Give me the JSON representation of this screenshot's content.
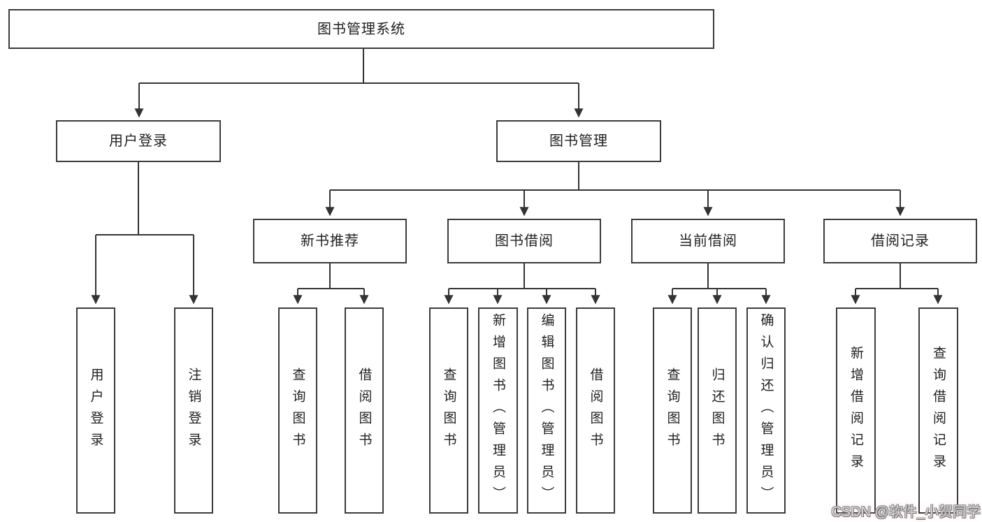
{
  "diagram": {
    "root": {
      "label": "图书管理系统"
    },
    "branches": [
      {
        "label": "用户登录",
        "children": [
          {
            "label": "用户登录"
          },
          {
            "label": "注销登录"
          }
        ]
      },
      {
        "label": "图书管理",
        "children": [
          {
            "label": "新书推荐",
            "children": [
              {
                "label": "查询图书"
              },
              {
                "label": "借阅图书"
              }
            ]
          },
          {
            "label": "图书借阅",
            "children": [
              {
                "label": "查询图书"
              },
              {
                "label": "新增图书（管理员）"
              },
              {
                "label": "编辑图书（管理员）"
              },
              {
                "label": "借阅图书"
              }
            ]
          },
          {
            "label": "当前借阅",
            "children": [
              {
                "label": "查询图书"
              },
              {
                "label": "归还图书"
              },
              {
                "label": "确认归还（管理员）"
              }
            ]
          },
          {
            "label": "借阅记录",
            "children": [
              {
                "label": "新增借阅记录"
              },
              {
                "label": "查询借阅记录"
              }
            ]
          }
        ]
      }
    ]
  },
  "watermark": {
    "text": "CSDN @软件_小贺同学"
  },
  "colors": {
    "line": "#333333",
    "box_border": "#3b3b3b",
    "text": "#1f1f1f",
    "background": "#ffffff",
    "watermark_fill": "#dedede",
    "watermark_outline": "#828282",
    "watermark_glow": "#ffa0ac"
  }
}
